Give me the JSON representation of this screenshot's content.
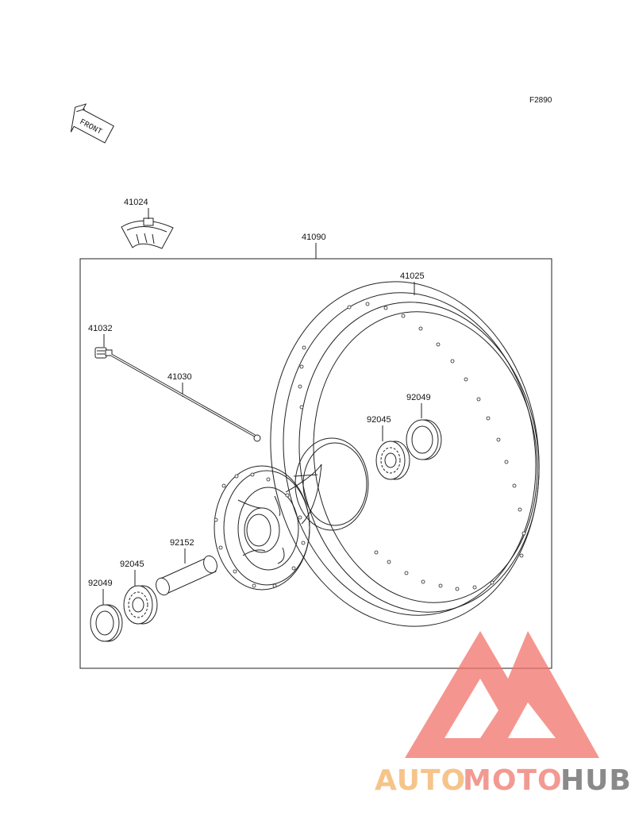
{
  "diagram": {
    "code": "F2890",
    "front_marker": "FRONT",
    "group_label": "41090",
    "parts": {
      "tube": "41024",
      "rim": "41025",
      "nipple": "41032",
      "spoke": "41030",
      "seal_right": "92049",
      "bearing_right": "92045",
      "collar": "92152",
      "bearing_left": "92045",
      "seal_left": "92049"
    }
  },
  "watermark": {
    "part1": "AUTO",
    "part2": "MOTO",
    "part3": "HUB",
    "colors": {
      "auto": "#f6c48a",
      "moto": "#f29a92",
      "hub": "#8a8a8a",
      "logo": "#f0736a"
    }
  }
}
